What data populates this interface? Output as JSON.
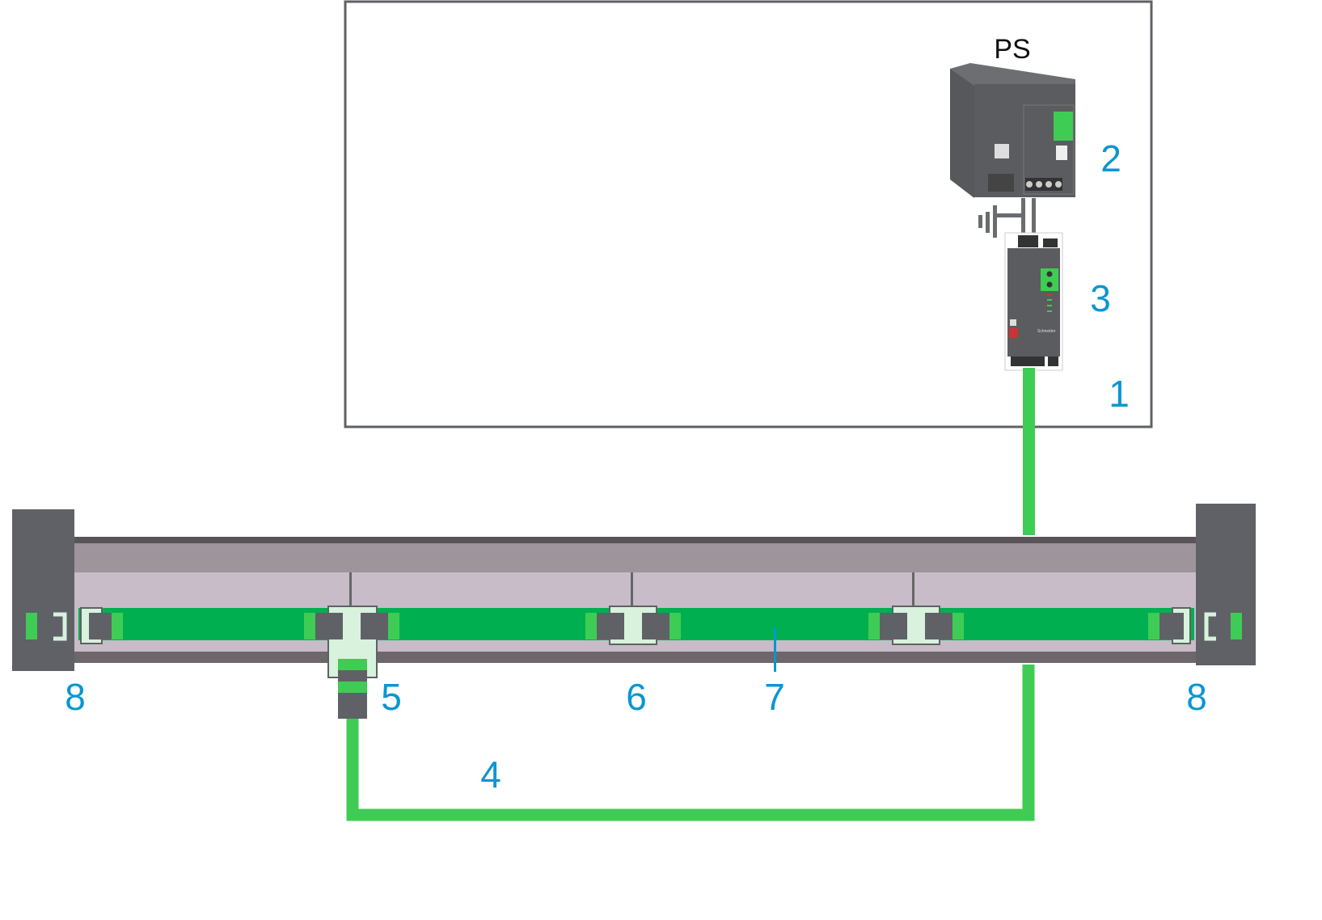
{
  "diagram": {
    "power_supply_label": "PS",
    "callouts": {
      "cabinet": "1",
      "power_supply": "2",
      "power_module": "3",
      "connection_cable": "4",
      "tee_connector": "5",
      "segment_connector": "6",
      "bus_cable": "7",
      "terminator_left": "8",
      "terminator_right": "8"
    },
    "device_brand": "Schneider",
    "colors": {
      "callout": "#0a96d2",
      "bus": "#00b050",
      "cable": "#3fcc55",
      "device": "#5f6166",
      "connector_body": "#d8f2dd"
    }
  }
}
